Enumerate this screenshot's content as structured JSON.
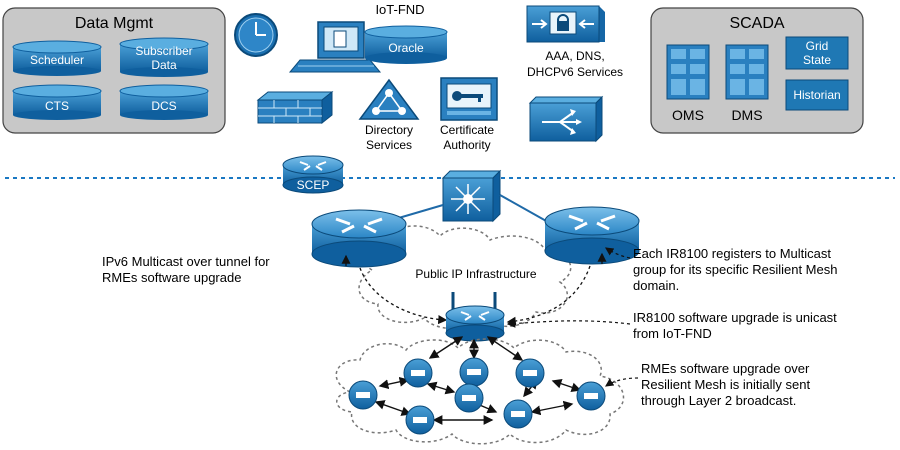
{
  "data_mgmt": {
    "title": "Data Mgmt",
    "items": [
      "Scheduler",
      "Subscriber",
      "Data",
      "CTS",
      "DCS"
    ]
  },
  "iot_fnd": {
    "title": "IoT-FND",
    "db": "Oracle"
  },
  "aaa": {
    "line1": "AAA, DNS,",
    "line2": "DHCPv6 Services"
  },
  "directory": {
    "line1": "Directory",
    "line2": "Services"
  },
  "certificate": {
    "line1": "Certificate",
    "line2": "Authority"
  },
  "scada": {
    "title": "SCADA",
    "oms": "OMS",
    "dms": "DMS",
    "grid1": "Grid",
    "grid2": "State",
    "historian": "Historian"
  },
  "scep": "SCEP",
  "cloud_label": "Public IP Infrastructure",
  "notes": {
    "left_l1": "IPv6 Multicast over tunnel for",
    "left_l2": "RMEs software upgrade",
    "r1_l1": "Each IR8100 registers to Multicast",
    "r1_l2": "group for its specific Resilient Mesh",
    "r1_l3": "domain.",
    "r2_l1": "IR8100 software upgrade is unicast",
    "r2_l2": "from IoT-FND",
    "r3_l1": "RMEs software upgrade over",
    "r3_l2": "Resilient Mesh is initially sent",
    "r3_l3": "through Layer 2 broadcast."
  },
  "colors": {
    "blue": "#1f78b4",
    "dark_blue": "#0b4a7a",
    "panel": "#c8c8c8",
    "dashed": "#1a78c2"
  }
}
